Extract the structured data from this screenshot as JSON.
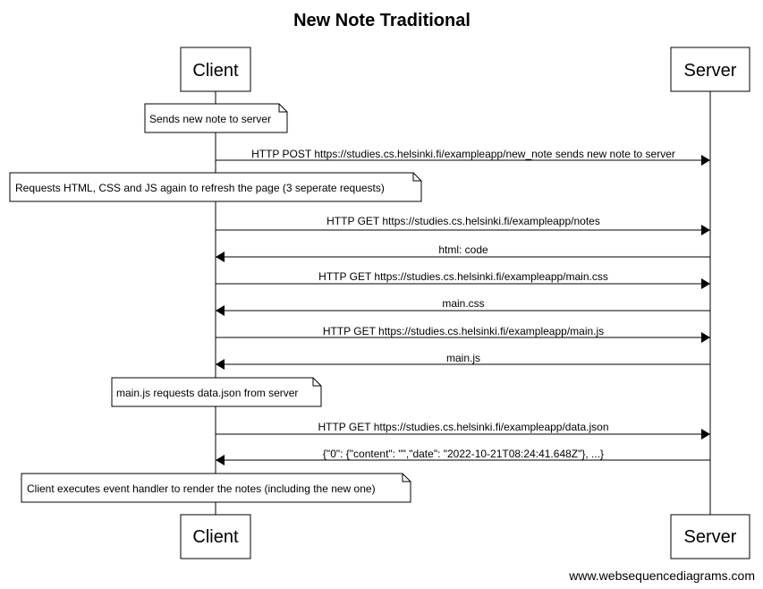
{
  "title": "New Note Traditional",
  "participants": [
    "Client",
    "Server"
  ],
  "steps": [
    {
      "kind": "note",
      "text": "Sends new note to server"
    },
    {
      "kind": "msg",
      "from": "Client",
      "to": "Server",
      "text": "HTTP POST https://studies.cs.helsinki.fi/exampleapp/new_note sends new note to server"
    },
    {
      "kind": "note",
      "text": "Requests HTML, CSS and JS again to refresh the page (3 seperate requests)"
    },
    {
      "kind": "msg",
      "from": "Client",
      "to": "Server",
      "text": "HTTP GET https://studies.cs.helsinki.fi/exampleapp/notes"
    },
    {
      "kind": "msg",
      "from": "Server",
      "to": "Client",
      "text": "html: code"
    },
    {
      "kind": "msg",
      "from": "Client",
      "to": "Server",
      "text": "HTTP GET https://studies.cs.helsinki.fi/exampleapp/main.css"
    },
    {
      "kind": "msg",
      "from": "Server",
      "to": "Client",
      "text": "main.css"
    },
    {
      "kind": "msg",
      "from": "Client",
      "to": "Server",
      "text": "HTTP GET https://studies.cs.helsinki.fi/exampleapp/main.js"
    },
    {
      "kind": "msg",
      "from": "Server",
      "to": "Client",
      "text": "main.js"
    },
    {
      "kind": "note",
      "text": "main.js requests data.json from server"
    },
    {
      "kind": "msg",
      "from": "Client",
      "to": "Server",
      "text": "HTTP GET https://studies.cs.helsinki.fi/exampleapp/data.json"
    },
    {
      "kind": "msg",
      "from": "Server",
      "to": "Client",
      "text": "{\"0\": {\"content\": \"\",\"date\": \"2022-10-21T08:24:41.648Z\"}, ...}"
    },
    {
      "kind": "note",
      "text": "Client executes event handler to render the notes (including the new one)"
    }
  ],
  "footer": "www.websequencediagrams.com"
}
